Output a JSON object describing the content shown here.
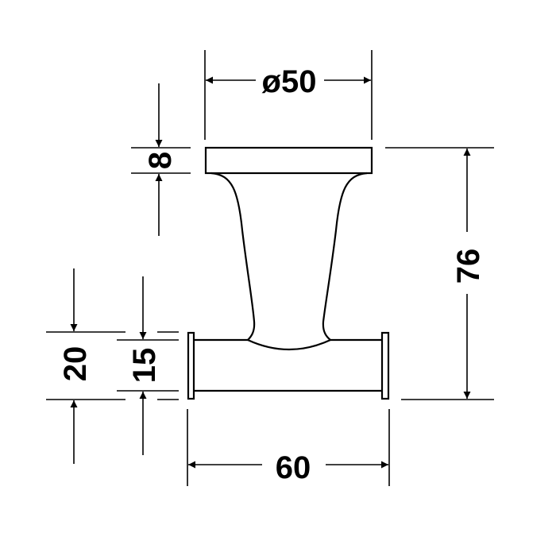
{
  "dimensions": {
    "diameter": "ø50",
    "plate_thickness": "8",
    "total_height": "76",
    "bar_cap_height": "20",
    "bar_height": "15",
    "bar_width": "60"
  },
  "colors": {
    "line": "#000000",
    "background": "#ffffff"
  }
}
